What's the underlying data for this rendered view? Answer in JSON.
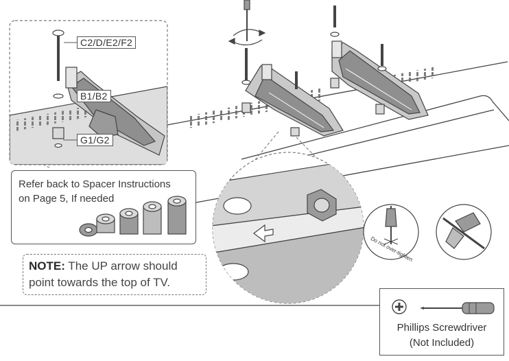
{
  "callouts": {
    "screw": "C2/D/E2/F2",
    "bracket": "B1/B2",
    "spacer": "G1/G2"
  },
  "spacer_info": {
    "text": "Refer back to Spacer Instructions\non Page 5, If needed"
  },
  "note": {
    "label": "NOTE:",
    "line1": " The UP arrow should",
    "line2": "point towards the top of TV."
  },
  "warning": {
    "text": "Do not over-tighten"
  },
  "tool": {
    "name": "Phillips Screwdriver",
    "status": "(Not Included)"
  },
  "colors": {
    "line": "#444444",
    "shade": "#9a9a9a",
    "light": "#d9d9d9",
    "dashed": "#777777"
  }
}
